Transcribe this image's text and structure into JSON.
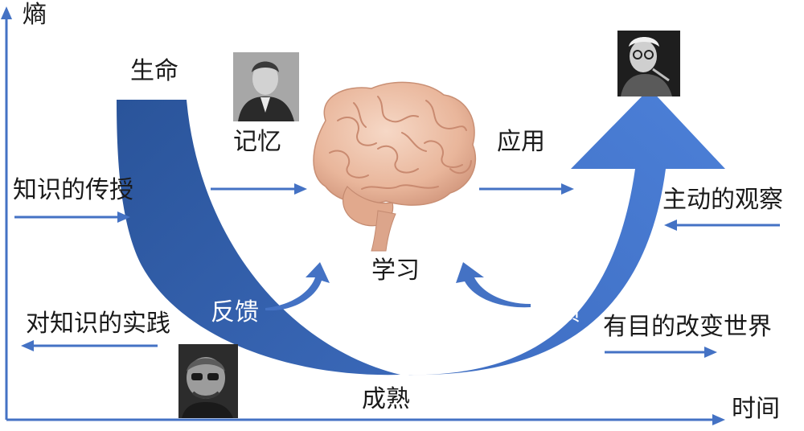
{
  "axes": {
    "y_label": "熵",
    "x_label": "时间"
  },
  "curve": {
    "start_label": "生命",
    "bottom_label": "成熟",
    "colors": {
      "dark": "#2d5a9f",
      "light": "#4a7bd3",
      "axis": "#4472c4",
      "arrow": "#4472c4"
    }
  },
  "center": {
    "brain_label": "学习",
    "memory_label": "记忆",
    "application_label": "应用"
  },
  "left": {
    "transmission_label": "知识的传授",
    "practice_label": "对知识的实践",
    "feedback_label": "反馈"
  },
  "right": {
    "observation_label": "主动的观察",
    "change_label": "有目的改变世界",
    "feedback_label": "反馈"
  },
  "icons": {
    "brain": "brain-icon",
    "portrait_top_left": "portrait-icon",
    "portrait_top_right": "portrait-icon",
    "portrait_bottom_left": "portrait-icon"
  }
}
